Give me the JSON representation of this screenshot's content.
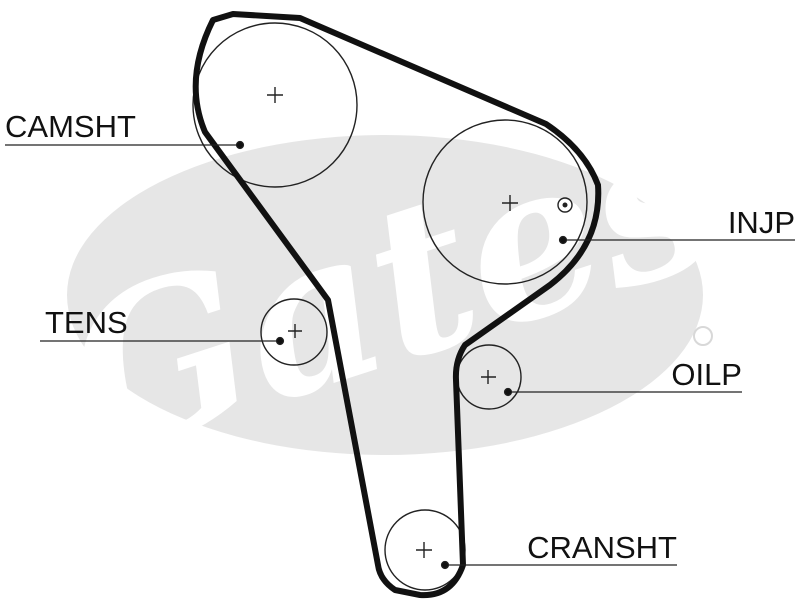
{
  "watermark": {
    "text": "Gates",
    "color": "#e6e6e6"
  },
  "colors": {
    "belt": "#111111",
    "pulley": "#222222",
    "leader": "#222222"
  },
  "labels": {
    "camshaft": "CAMSHT",
    "injection_pump": "INJP",
    "tensioner": "TENS",
    "oil_pump": "OILP",
    "crankshaft": "CRANSHT"
  }
}
